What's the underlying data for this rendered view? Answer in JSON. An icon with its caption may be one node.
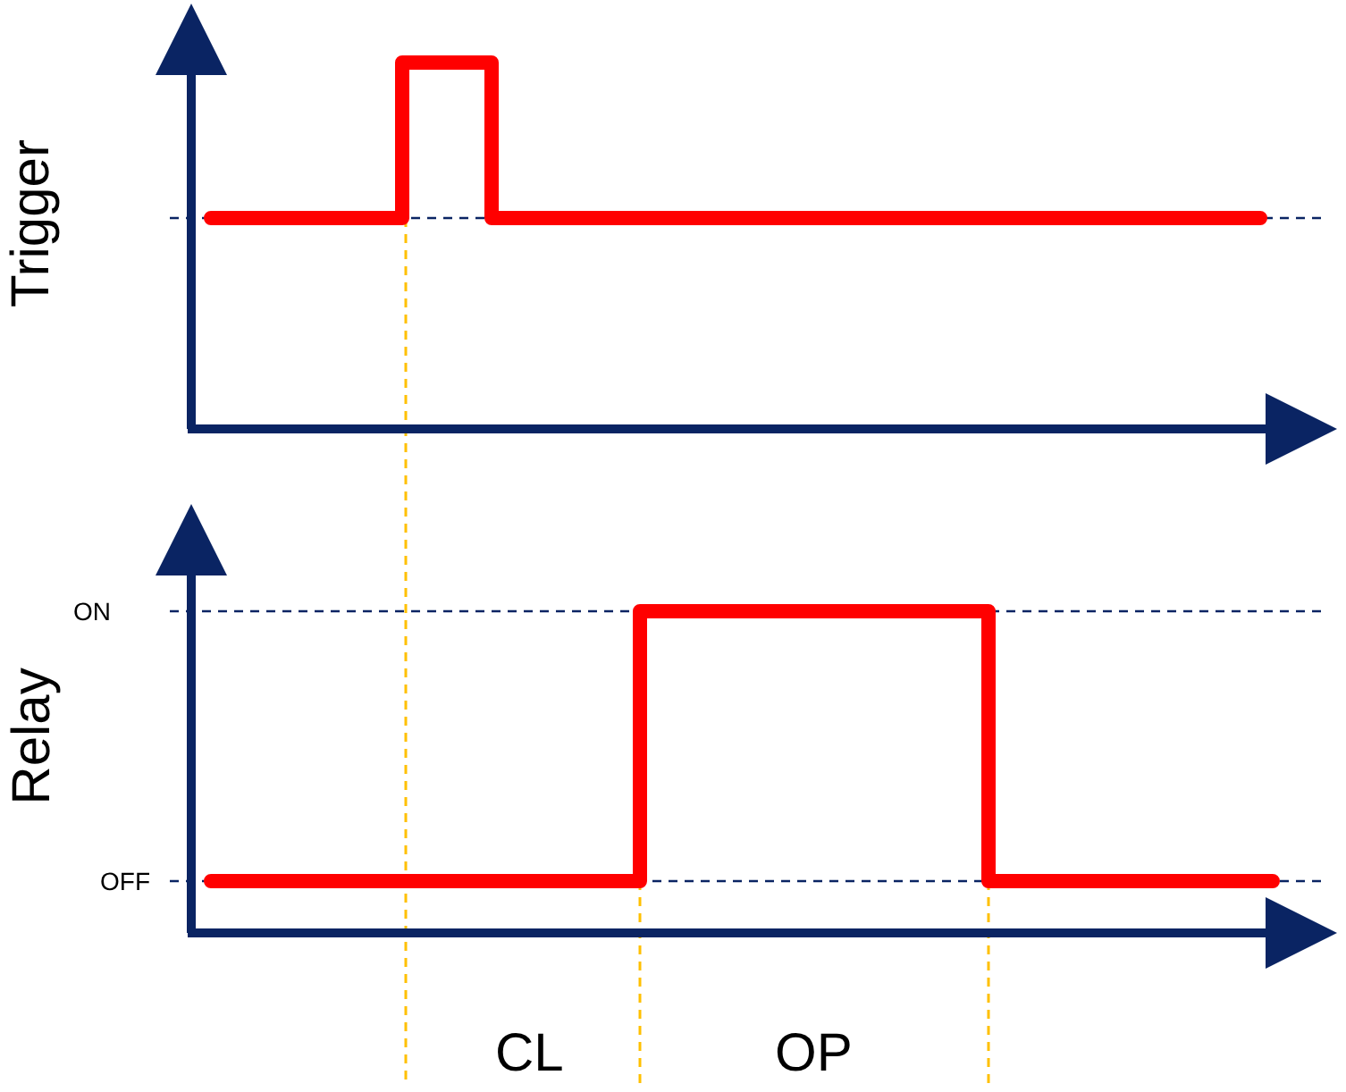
{
  "diagram": {
    "labels": [
      "Trigger",
      "ON",
      "Relay",
      "OFF",
      "CL",
      "OP"
    ]
  }
}
